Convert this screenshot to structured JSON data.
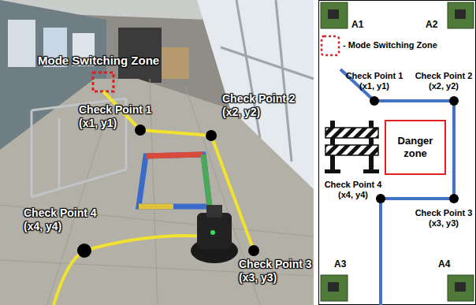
{
  "diagram": {
    "nodes": [
      {
        "text": [
          "Danger zone"
        ]
      }
    ],
    "labels": [
      "Mode Switching Zone",
      "Check Point 1 (x1, y1)",
      "Check Point 2 (x2, y2)",
      "Check Point 4 (x4, y4)",
      "Check Point 3 (x3, y3)",
      "A1",
      "A2",
      "- Mode Switching Zone",
      "Check Point 1 (x1, y1)",
      "Check Point 2 (x2, y2)",
      "Check Point 4 (x4, y4)",
      "Check Point 3 (x3, y3)",
      "A3",
      "A4"
    ]
  }
}
